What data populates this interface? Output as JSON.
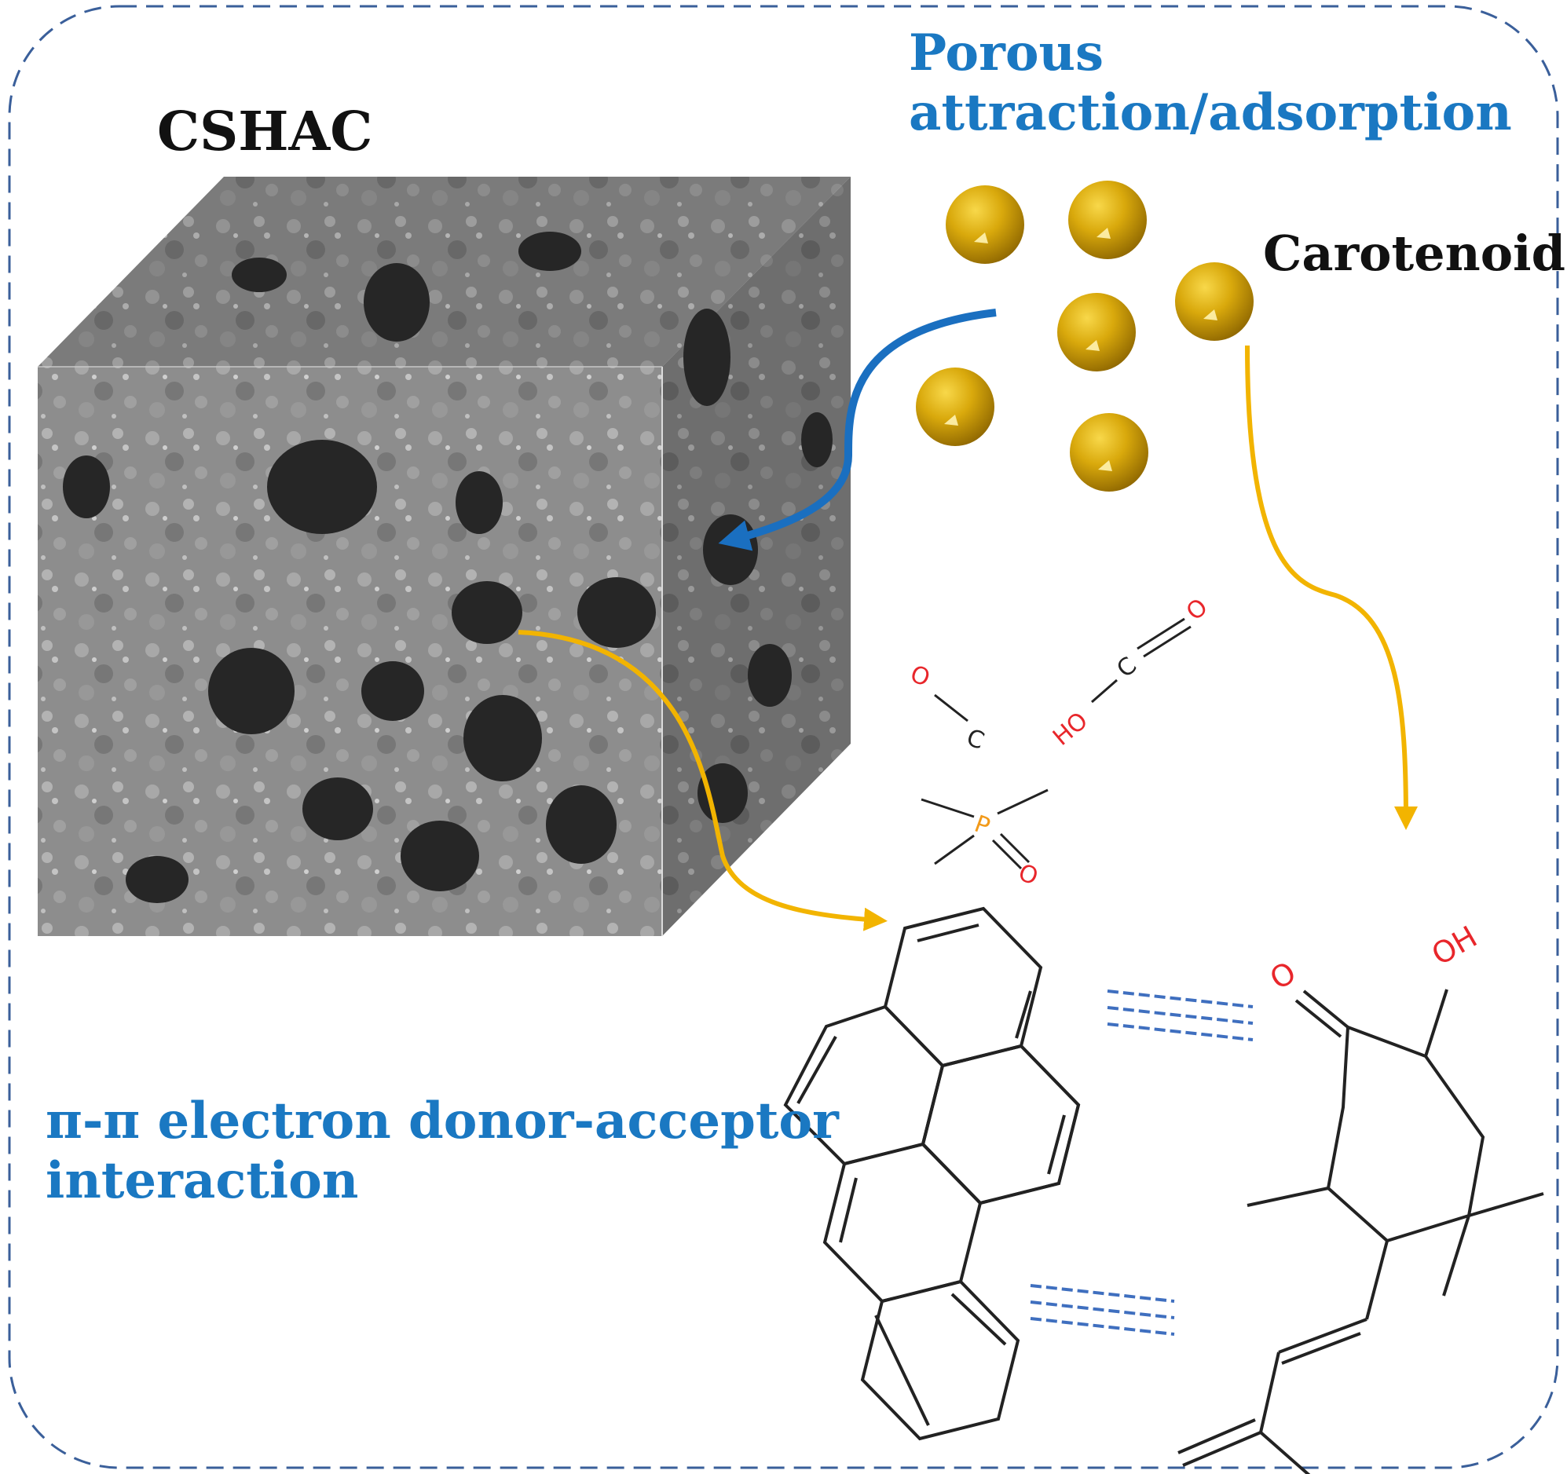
{
  "diagram": {
    "material_label": "CSHAC",
    "mechanism_1": {
      "line_1": "Porous",
      "line_2": "attraction/adsorption"
    },
    "adsorbate_label": "Carotenoid",
    "mechanism_2": {
      "line_1": "π-π electron donor-acceptor",
      "line_2": "interaction"
    },
    "functional_groups": {
      "carbonyl": {
        "o": "O",
        "c": "C"
      },
      "carboxyl": {
        "ho": "HO",
        "c": "C",
        "o": "O"
      },
      "phosphoryl": {
        "p": "P",
        "o": "O"
      }
    },
    "carotenoid_fragment": {
      "oh": "OH",
      "o": "O"
    }
  },
  "colors": {
    "border": "#3a5f9a",
    "blue_text": "#1a78c2",
    "blue_arrow": "#1a6fc0",
    "yellow_arrow": "#f2b400",
    "sphere_gold": "#c99a05",
    "bond_red": "#e8262b",
    "phosphorus": "#f29a1a",
    "bond_black": "#222222",
    "stack_dash": "#3f6fbf"
  }
}
